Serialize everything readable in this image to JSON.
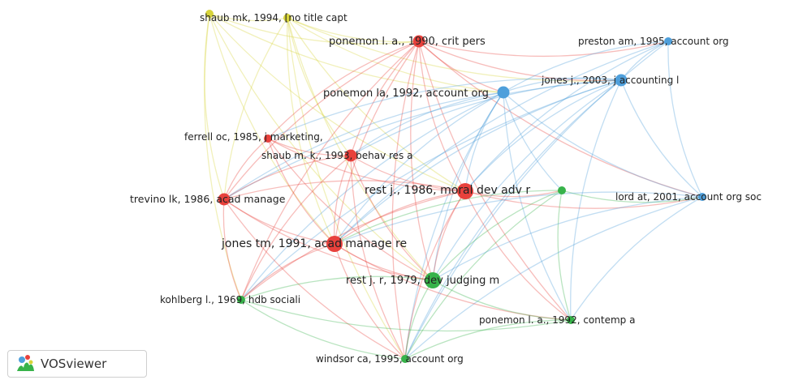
{
  "app": {
    "name": "VOSviewer"
  },
  "clusters": {
    "red": "#e8413c",
    "green": "#37b34a",
    "blue": "#4e9fdb",
    "yellow": "#d7d43a"
  },
  "nodes": [
    {
      "id": "shaub1994",
      "label": "shaub mk, 1994, [no title capt",
      "cluster": "yellow",
      "weight": 1
    },
    {
      "id": "shaub1994b",
      "label": "",
      "cluster": "yellow",
      "weight": 1
    },
    {
      "id": "ponemon1990",
      "label": "ponemon l. a., 1990, crit pers",
      "cluster": "red",
      "weight": 2
    },
    {
      "id": "preston1995",
      "label": "preston am, 1995, account org",
      "cluster": "blue",
      "weight": 1
    },
    {
      "id": "jones2003",
      "label": "jones j., 2003, j accounting l",
      "cluster": "blue",
      "weight": 2
    },
    {
      "id": "ponemon1992a",
      "label": "ponemon la, 1992, account org",
      "cluster": "blue",
      "weight": 2
    },
    {
      "id": "ferrell1985",
      "label": "ferrell oc, 1985, j marketing,",
      "cluster": "red",
      "weight": 1
    },
    {
      "id": "shaub1993",
      "label": "shaub m. k., 1993, behav res a",
      "cluster": "red",
      "weight": 2
    },
    {
      "id": "rest1986",
      "label": "rest j., 1986, moral dev adv r",
      "cluster": "red",
      "weight": 3
    },
    {
      "id": "greenRight",
      "label": "",
      "cluster": "green",
      "weight": 1
    },
    {
      "id": "trevino1986",
      "label": "trevino lk, 1986, acad manage",
      "cluster": "red",
      "weight": 2
    },
    {
      "id": "lord2001",
      "label": "lord at, 2001, account org soc",
      "cluster": "blue",
      "weight": 1
    },
    {
      "id": "jones1991",
      "label": "jones tm, 1991, acad manage re",
      "cluster": "red",
      "weight": 3
    },
    {
      "id": "rest1979",
      "label": "rest j. r, 1979, dev judging m",
      "cluster": "green",
      "weight": 3
    },
    {
      "id": "kohlberg1969",
      "label": "kohlberg l., 1969, hdb sociali",
      "cluster": "green",
      "weight": 1
    },
    {
      "id": "ponemon1992b",
      "label": "ponemon l. a., 1992, contemp a",
      "cluster": "green",
      "weight": 1
    },
    {
      "id": "windsor1995",
      "label": "windsor ca, 1995, account org",
      "cluster": "green",
      "weight": 1
    }
  ],
  "links": [
    [
      "shaub1994",
      "ponemon1990"
    ],
    [
      "shaub1994",
      "shaub1994b"
    ],
    [
      "shaub1994",
      "trevino1986"
    ],
    [
      "shaub1994",
      "jones1991"
    ],
    [
      "shaub1994",
      "rest1986"
    ],
    [
      "shaub1994",
      "rest1979"
    ],
    [
      "shaub1994",
      "kohlberg1969"
    ],
    [
      "shaub1994",
      "ponemon1992a"
    ],
    [
      "shaub1994b",
      "ponemon1990"
    ],
    [
      "shaub1994b",
      "ponemon1992a"
    ],
    [
      "shaub1994b",
      "jones1991"
    ],
    [
      "shaub1994b",
      "trevino1986"
    ],
    [
      "shaub1994b",
      "rest1986"
    ],
    [
      "shaub1994b",
      "shaub1993"
    ],
    [
      "shaub1994b",
      "rest1979"
    ],
    [
      "shaub1994b",
      "jones2003"
    ],
    [
      "shaub1994b",
      "windsor1995"
    ],
    [
      "ponemon1990",
      "ponemon1992a"
    ],
    [
      "ponemon1990",
      "jones2003"
    ],
    [
      "ponemon1990",
      "preston1995"
    ],
    [
      "ponemon1990",
      "trevino1986"
    ],
    [
      "ponemon1990",
      "jones1991"
    ],
    [
      "ponemon1990",
      "rest1986"
    ],
    [
      "ponemon1990",
      "shaub1993"
    ],
    [
      "ponemon1990",
      "ferrell1985"
    ],
    [
      "ponemon1990",
      "rest1979"
    ],
    [
      "ponemon1990",
      "lord2001"
    ],
    [
      "ponemon1990",
      "ponemon1992b"
    ],
    [
      "ponemon1990",
      "kohlberg1969"
    ],
    [
      "ponemon1990",
      "windsor1995"
    ],
    [
      "preston1995",
      "jones2003"
    ],
    [
      "preston1995",
      "ponemon1992a"
    ],
    [
      "preston1995",
      "lord2001"
    ],
    [
      "preston1995",
      "rest1986"
    ],
    [
      "preston1995",
      "jones1991"
    ],
    [
      "preston1995",
      "windsor1995"
    ],
    [
      "jones2003",
      "ponemon1992a"
    ],
    [
      "jones2003",
      "lord2001"
    ],
    [
      "jones2003",
      "rest1986"
    ],
    [
      "jones2003",
      "jones1991"
    ],
    [
      "jones2003",
      "trevino1986"
    ],
    [
      "jones2003",
      "rest1979"
    ],
    [
      "jones2003",
      "shaub1993"
    ],
    [
      "jones2003",
      "ponemon1992b"
    ],
    [
      "jones2003",
      "windsor1995"
    ],
    [
      "jones2003",
      "ferrell1985"
    ],
    [
      "jones2003",
      "kohlberg1969"
    ],
    [
      "ponemon1992a",
      "rest1986"
    ],
    [
      "ponemon1992a",
      "jones1991"
    ],
    [
      "ponemon1992a",
      "trevino1986"
    ],
    [
      "ponemon1992a",
      "shaub1993"
    ],
    [
      "ponemon1992a",
      "rest1979"
    ],
    [
      "ponemon1992a",
      "lord2001"
    ],
    [
      "ponemon1992a",
      "ponemon1992b"
    ],
    [
      "ponemon1992a",
      "windsor1995"
    ],
    [
      "ponemon1992a",
      "kohlberg1969"
    ],
    [
      "ponemon1992a",
      "greenRight"
    ],
    [
      "ferrell1985",
      "trevino1986"
    ],
    [
      "ferrell1985",
      "jones1991"
    ],
    [
      "ferrell1985",
      "rest1986"
    ],
    [
      "ferrell1985",
      "shaub1993"
    ],
    [
      "ferrell1985",
      "rest1979"
    ],
    [
      "shaub1993",
      "trevino1986"
    ],
    [
      "shaub1993",
      "jones1991"
    ],
    [
      "shaub1993",
      "rest1986"
    ],
    [
      "shaub1993",
      "rest1979"
    ],
    [
      "shaub1993",
      "kohlberg1969"
    ],
    [
      "shaub1993",
      "windsor1995"
    ],
    [
      "rest1986",
      "jones1991"
    ],
    [
      "rest1986",
      "trevino1986"
    ],
    [
      "rest1986",
      "rest1979"
    ],
    [
      "rest1986",
      "greenRight"
    ],
    [
      "rest1986",
      "lord2001"
    ],
    [
      "rest1986",
      "ponemon1992b"
    ],
    [
      "rest1986",
      "kohlberg1969"
    ],
    [
      "rest1986",
      "windsor1995"
    ],
    [
      "greenRight",
      "rest1979"
    ],
    [
      "greenRight",
      "ponemon1992b"
    ],
    [
      "greenRight",
      "windsor1995"
    ],
    [
      "greenRight",
      "jones1991"
    ],
    [
      "greenRight",
      "lord2001"
    ],
    [
      "trevino1986",
      "jones1991"
    ],
    [
      "trevino1986",
      "rest1979"
    ],
    [
      "trevino1986",
      "kohlberg1969"
    ],
    [
      "trevino1986",
      "windsor1995"
    ],
    [
      "lord2001",
      "jones1991"
    ],
    [
      "lord2001",
      "ponemon1992b"
    ],
    [
      "lord2001",
      "windsor1995"
    ],
    [
      "lord2001",
      "rest1979"
    ],
    [
      "jones1991",
      "rest1979"
    ],
    [
      "jones1991",
      "kohlberg1969"
    ],
    [
      "jones1991",
      "windsor1995"
    ],
    [
      "jones1991",
      "ponemon1992b"
    ],
    [
      "rest1979",
      "kohlberg1969"
    ],
    [
      "rest1979",
      "ponemon1992b"
    ],
    [
      "rest1979",
      "windsor1995"
    ],
    [
      "kohlberg1969",
      "windsor1995"
    ],
    [
      "kohlberg1969",
      "ponemon1992b"
    ],
    [
      "ponemon1992b",
      "windsor1995"
    ]
  ]
}
